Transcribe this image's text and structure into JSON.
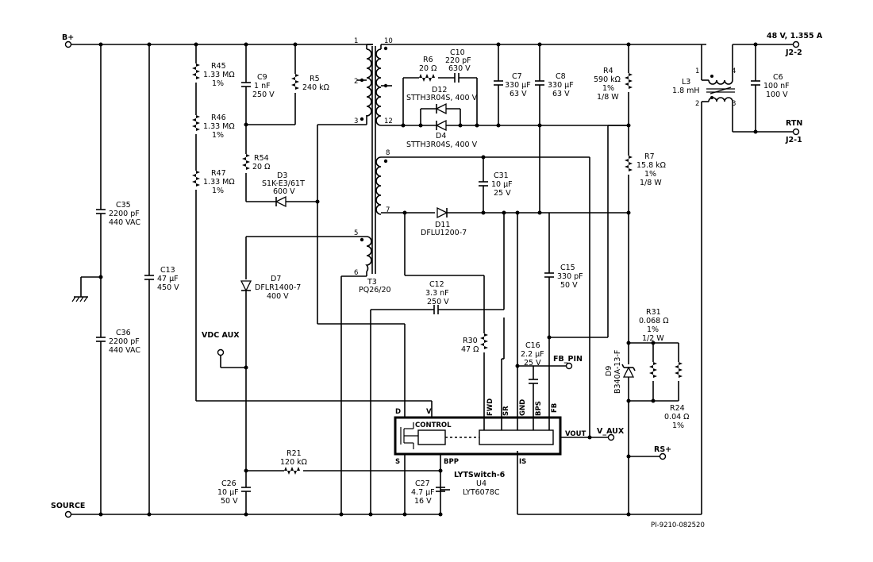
{
  "nets": {
    "b_plus": "B+",
    "source": "SOURCE",
    "vdc_aux": "VDC AUX",
    "fb_pin": "FB_PIN",
    "v_aux": "V_AUX",
    "rs_plus": "RS+",
    "out_v": "48 V, 1.355 A",
    "j2_2": "J2-2",
    "rtn": "RTN",
    "j2_1": "J2-1"
  },
  "parts": {
    "r45": {
      "ref": "R45",
      "value": "1.33 MΩ",
      "tol": "1%"
    },
    "r46": {
      "ref": "R46",
      "value": "1.33 MΩ",
      "tol": "1%"
    },
    "r47": {
      "ref": "R47",
      "value": "1.33 MΩ",
      "tol": "1%"
    },
    "c9": {
      "ref": "C9",
      "value": "1 nF",
      "rating": "250 V"
    },
    "r5": {
      "ref": "R5",
      "value": "240 kΩ"
    },
    "r54": {
      "ref": "R54",
      "value": "20 Ω"
    },
    "d3": {
      "ref": "D3",
      "part": "S1K-E3/61T",
      "rating": "600 V"
    },
    "c35": {
      "ref": "C35",
      "value": "2200 pF",
      "rating": "440 VAC"
    },
    "c36": {
      "ref": "C36",
      "value": "2200 pF",
      "rating": "440 VAC"
    },
    "c13": {
      "ref": "C13",
      "value": "47 µF",
      "rating": "450 V"
    },
    "d7": {
      "ref": "D7",
      "part": "DFLR1400-7",
      "rating": "400 V"
    },
    "r21": {
      "ref": "R21",
      "value": "120 kΩ"
    },
    "c26": {
      "ref": "C26",
      "value": "10 µF",
      "rating": "50 V"
    },
    "t3": {
      "ref": "T3",
      "part": "PQ26/20"
    },
    "r6": {
      "ref": "R6",
      "value": "20 Ω"
    },
    "c10": {
      "ref": "C10",
      "value": "220 pF",
      "rating": "630 V"
    },
    "d12": {
      "ref": "D12",
      "part": "STTH3R04S, 400 V"
    },
    "d4": {
      "ref": "D4",
      "part": "STTH3R04S, 400 V"
    },
    "c7": {
      "ref": "C7",
      "value": "330 µF",
      "rating": "63 V"
    },
    "c8": {
      "ref": "C8",
      "value": "330 µF",
      "rating": "63 V"
    },
    "r4": {
      "ref": "R4",
      "value": "590 kΩ",
      "tol": "1%",
      "power": "1/8 W"
    },
    "r7": {
      "ref": "R7",
      "value": "15.8 kΩ",
      "tol": "1%",
      "power": "1/8 W"
    },
    "c31": {
      "ref": "C31",
      "value": "10 µF",
      "rating": "25 V"
    },
    "d11": {
      "ref": "D11",
      "part": "DFLU1200-7"
    },
    "c12": {
      "ref": "C12",
      "value": "3.3 nF",
      "rating": "250 V"
    },
    "c15": {
      "ref": "C15",
      "value": "330 pF",
      "rating": "50 V"
    },
    "r30": {
      "ref": "R30",
      "value": "47 Ω"
    },
    "c16": {
      "ref": "C16",
      "value": "2.2 µF",
      "rating": "25 V"
    },
    "c27": {
      "ref": "C27",
      "value": "4.7 µF",
      "rating": "16 V"
    },
    "l3": {
      "ref": "L3",
      "value": "1.8 mH"
    },
    "c6": {
      "ref": "C6",
      "value": "100 nF",
      "rating": "100 V"
    },
    "r31": {
      "ref": "R31",
      "value": "0.068 Ω",
      "tol": "1%",
      "power": "1/2 W"
    },
    "r24": {
      "ref": "R24",
      "value": "0.04 Ω",
      "tol": "1%"
    },
    "d9": {
      "ref": "D9",
      "part": "B340A-13-F"
    }
  },
  "ic": {
    "name": "LYTSwitch-6",
    "ref": "U4",
    "part": "LYT6078C",
    "control": "CONTROL",
    "pins": {
      "d": "D",
      "v": "V",
      "s": "S",
      "bpp": "BPP",
      "is": "IS",
      "vout": "VOUT",
      "fwd": "FWD",
      "sr": "SR",
      "gnd": "GND",
      "bps": "BPS",
      "fb": "FB"
    }
  },
  "pin_numbers": {
    "p1": "1",
    "p2": "2",
    "p3": "3",
    "p5": "5",
    "p6": "6",
    "p10": "10",
    "p12": "12",
    "p8": "8",
    "p7": "7",
    "l1": "1",
    "l2": "2",
    "l3": "3",
    "l4": "4"
  },
  "drawing_number": "PI-9210-082520"
}
